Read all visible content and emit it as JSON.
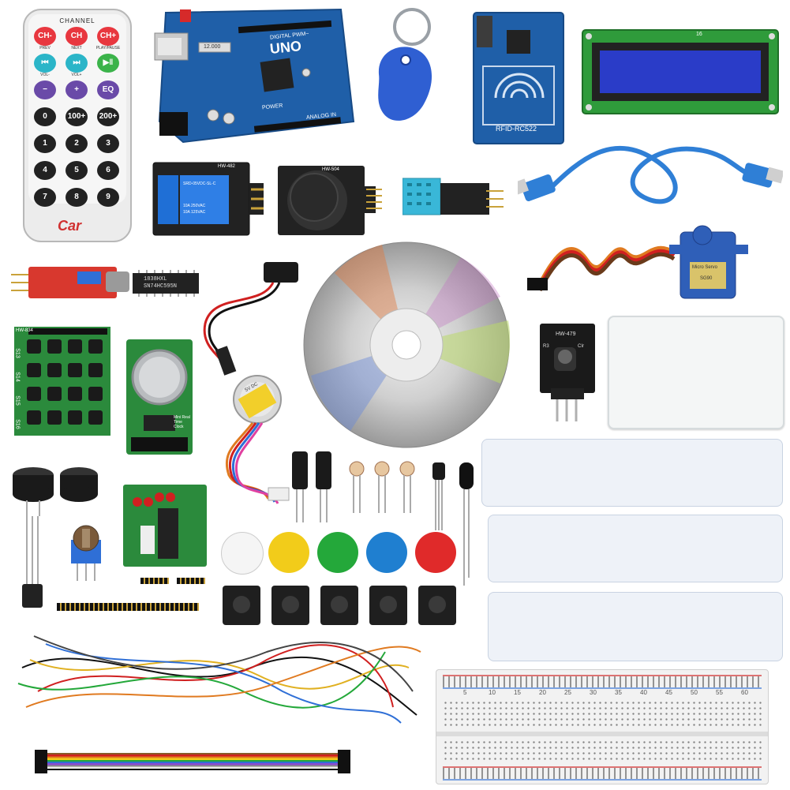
{
  "remote": {
    "header": "CHANNEL",
    "buttons": [
      {
        "label": "CH-",
        "sub": "PREV",
        "color": "#e8373f"
      },
      {
        "label": "CH",
        "sub": "NEXT",
        "color": "#e8373f"
      },
      {
        "label": "CH+",
        "sub": "PLAY/PAUSE",
        "color": "#e8373f"
      },
      {
        "label": "⏮",
        "sub": "VOL-",
        "color": "#2bb5c8"
      },
      {
        "label": "⏭",
        "sub": "VOL+",
        "color": "#2bb5c8"
      },
      {
        "label": "▶‖",
        "sub": "",
        "color": "#3bb34a"
      },
      {
        "label": "−",
        "sub": "",
        "color": "#6a4aa8"
      },
      {
        "label": "+",
        "sub": "",
        "color": "#6a4aa8"
      },
      {
        "label": "EQ",
        "sub": "",
        "color": "#6a4aa8"
      },
      {
        "label": "0",
        "sub": "",
        "color": "#222222"
      },
      {
        "label": "100+",
        "sub": "",
        "color": "#222222"
      },
      {
        "label": "200+",
        "sub": "",
        "color": "#222222"
      },
      {
        "label": "1",
        "sub": "",
        "color": "#222222"
      },
      {
        "label": "2",
        "sub": "",
        "color": "#222222"
      },
      {
        "label": "3",
        "sub": "",
        "color": "#222222"
      },
      {
        "label": "4",
        "sub": "",
        "color": "#222222"
      },
      {
        "label": "5",
        "sub": "",
        "color": "#222222"
      },
      {
        "label": "6",
        "sub": "",
        "color": "#222222"
      },
      {
        "label": "7",
        "sub": "",
        "color": "#222222"
      },
      {
        "label": "8",
        "sub": "",
        "color": "#222222"
      },
      {
        "label": "9",
        "sub": "",
        "color": "#222222"
      }
    ],
    "brand": "Car"
  },
  "uno": {
    "label": "UNO",
    "digital": "DIGITAL PWM~",
    "analog": "ANALOG IN",
    "power": "POWER",
    "crystal": "12.000"
  },
  "rfid": {
    "label": "RFID-RC522"
  },
  "lcd": {
    "label": "16"
  },
  "relay": {
    "model": "HW-482",
    "coil": "SRD-05VDC-SL-C",
    "rating1": "10A 250VAC",
    "rating2": "10A 125VAC"
  },
  "joystick": {
    "model": "HW-504"
  },
  "ic": {
    "line1": "1838HXL",
    "line2": "SN74HC595N"
  },
  "keypad": {
    "model": "HW-834",
    "rows": [
      "S13",
      "S14",
      "S15",
      "S16"
    ]
  },
  "rtc": {
    "label": "Mini Real Time Clock"
  },
  "stepper": {
    "label": "5V DC"
  },
  "ir_module": {
    "model": "HW-479",
    "marks": [
      "R3",
      "CIr"
    ]
  },
  "servo": {
    "label": "Micro Servo",
    "model": "SG90"
  },
  "breadboard": {
    "numbers": [
      "5",
      "10",
      "15",
      "20",
      "25",
      "30",
      "35",
      "40",
      "45",
      "50",
      "55",
      "60"
    ]
  },
  "colors": {
    "pcb_blue": "#1f5fa8",
    "pcb_green": "#1f8a3a",
    "cable_blue": "#2f7fd6",
    "led_red": "#e52a2a",
    "cap_yellow": "#f2cc1a",
    "cap_green": "#24a83a",
    "cap_blue": "#1f7fd0",
    "cap_red": "#e02a2a"
  }
}
